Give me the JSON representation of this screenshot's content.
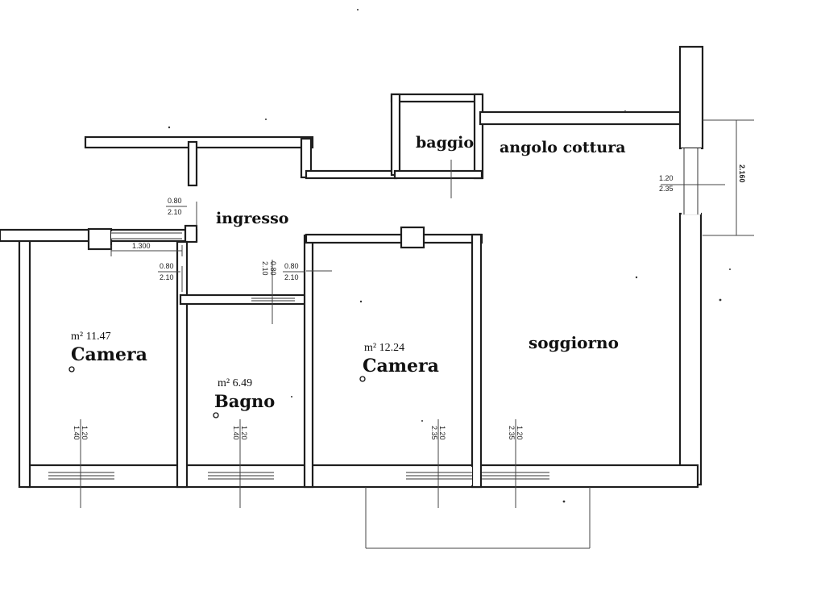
{
  "rooms": {
    "ripostiglio": "baggio",
    "cucina": "angolo cottura",
    "ingresso": "ingresso",
    "camera1": "Camera",
    "camera1_area": "m² 11.47",
    "bagno": "Bagno",
    "bagno_area": "m² 6.49",
    "camera2": "Camera",
    "camera2_area": "m² 12.24",
    "soggiorno": "soggiorno"
  },
  "openings": {
    "ingresso_top_w": "0.80",
    "ingresso_top_h": "2.10",
    "camera1_door_w": "0.80",
    "camera1_door_h": "2.10",
    "bagno_door_w": "0.80",
    "bagno_door_h": "2.10",
    "camera2_door_w": "0.80",
    "camera2_door_h": "2.10",
    "soggiorno_right_w": "1.20",
    "soggiorno_right_h": "2.35",
    "win_camera1_w": "1.20",
    "win_camera1_h": "1.40",
    "win_bagno_w": "1.20",
    "win_bagno_h": "1.40",
    "win_camera2_w": "1.20",
    "win_camera2_h": "2.35",
    "win_soggiorno_w": "1.20",
    "win_soggiorno_h": "2.35"
  },
  "dimensions": {
    "corridor_width": "1.300",
    "right_opening": "2.160"
  }
}
